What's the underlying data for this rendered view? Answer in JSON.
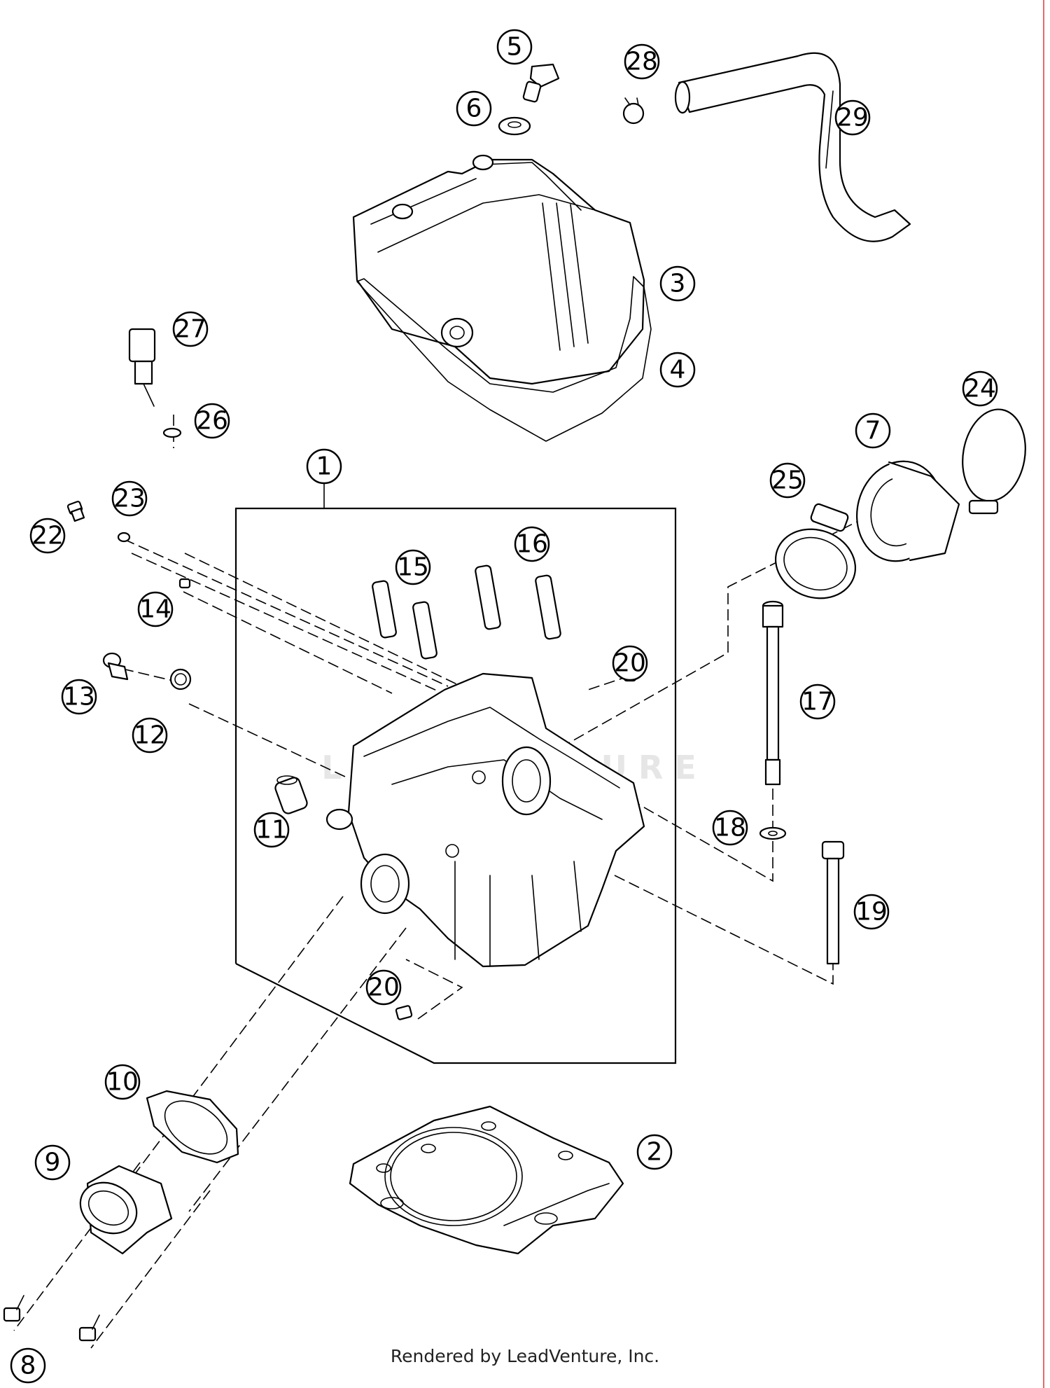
{
  "callouts": [
    "1",
    "2",
    "3",
    "4",
    "5",
    "6",
    "7",
    "8",
    "9",
    "10",
    "11",
    "12",
    "13",
    "14",
    "15",
    "16",
    "17",
    "18",
    "19",
    "20",
    "20",
    "22",
    "23",
    "24",
    "25",
    "26",
    "27",
    "28",
    "29"
  ],
  "watermark": "LEADVENTURE",
  "footer": "Rendered by LeadVenture, Inc."
}
